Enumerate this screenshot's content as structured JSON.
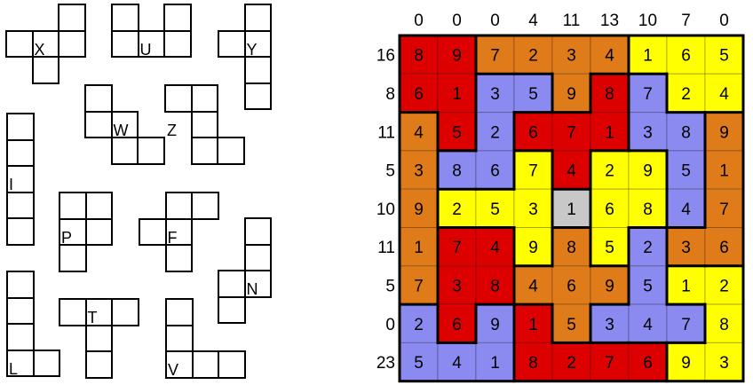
{
  "colors": {
    "red": "#dd0000",
    "orange": "#e07b1a",
    "blue": "#8a8af0",
    "yellow": "#ffff00",
    "gray": "#c8c8c8"
  },
  "pieces": [
    {
      "label": "X",
      "cells": [
        [
          2,
          0
        ],
        [
          0,
          1
        ],
        [
          1,
          1
        ],
        [
          2,
          1
        ],
        [
          1,
          2
        ]
      ]
    },
    {
      "label": "U",
      "cells": [
        [
          0,
          0
        ],
        [
          2,
          0
        ],
        [
          0,
          1
        ],
        [
          1,
          1
        ],
        [
          2,
          1
        ]
      ]
    },
    {
      "label": "Y",
      "cells": [
        [
          1,
          0
        ],
        [
          0,
          1
        ],
        [
          1,
          1
        ],
        [
          1,
          2
        ],
        [
          1,
          3
        ]
      ]
    },
    {
      "label": "W",
      "cells": [
        [
          0,
          0
        ],
        [
          0,
          1
        ],
        [
          1,
          1
        ],
        [
          1,
          2
        ],
        [
          2,
          2
        ]
      ]
    },
    {
      "label": "Z",
      "cells": [
        [
          0,
          0
        ],
        [
          1,
          0
        ],
        [
          1,
          1
        ],
        [
          1,
          2
        ],
        [
          2,
          2
        ]
      ]
    },
    {
      "label": "I",
      "cells": [
        [
          0,
          0
        ],
        [
          0,
          1
        ],
        [
          0,
          2
        ],
        [
          0,
          3
        ],
        [
          0,
          4
        ]
      ]
    },
    {
      "label": "P",
      "cells": [
        [
          0,
          0
        ],
        [
          1,
          0
        ],
        [
          0,
          1
        ],
        [
          1,
          1
        ],
        [
          0,
          2
        ]
      ]
    },
    {
      "label": "F",
      "cells": [
        [
          1,
          0
        ],
        [
          2,
          0
        ],
        [
          0,
          1
        ],
        [
          1,
          1
        ],
        [
          1,
          2
        ]
      ]
    },
    {
      "label": "N",
      "cells": [
        [
          1,
          0
        ],
        [
          1,
          1
        ],
        [
          0,
          2
        ],
        [
          1,
          2
        ],
        [
          0,
          3
        ]
      ]
    },
    {
      "label": "T",
      "cells": [
        [
          0,
          0
        ],
        [
          1,
          0
        ],
        [
          2,
          0
        ],
        [
          1,
          1
        ],
        [
          1,
          2
        ]
      ]
    },
    {
      "label": "L",
      "cells": [
        [
          0,
          0
        ],
        [
          0,
          1
        ],
        [
          0,
          2
        ],
        [
          0,
          3
        ],
        [
          1,
          3
        ]
      ]
    },
    {
      "label": "V",
      "cells": [
        [
          0,
          0
        ],
        [
          0,
          1
        ],
        [
          0,
          2
        ],
        [
          1,
          2
        ],
        [
          2,
          2
        ]
      ]
    }
  ],
  "grid": {
    "col_clues": [
      "0",
      "0",
      "0",
      "4",
      "11",
      "13",
      "10",
      "7",
      "0"
    ],
    "row_clues": [
      "16",
      "8",
      "11",
      "5",
      "10",
      "11",
      "5",
      "0",
      "23"
    ],
    "numbers": [
      [
        "8",
        "9",
        "7",
        "2",
        "3",
        "4",
        "1",
        "6",
        "5"
      ],
      [
        "6",
        "1",
        "3",
        "5",
        "9",
        "8",
        "7",
        "2",
        "4"
      ],
      [
        "4",
        "5",
        "2",
        "6",
        "7",
        "1",
        "3",
        "8",
        "9"
      ],
      [
        "3",
        "8",
        "6",
        "7",
        "4",
        "2",
        "9",
        "5",
        "1"
      ],
      [
        "9",
        "2",
        "5",
        "3",
        "1",
        "6",
        "8",
        "4",
        "7"
      ],
      [
        "1",
        "7",
        "4",
        "9",
        "8",
        "5",
        "2",
        "3",
        "6"
      ],
      [
        "7",
        "3",
        "8",
        "4",
        "6",
        "9",
        "5",
        "1",
        "2"
      ],
      [
        "2",
        "6",
        "9",
        "1",
        "5",
        "3",
        "4",
        "7",
        "8"
      ],
      [
        "5",
        "4",
        "1",
        "8",
        "2",
        "7",
        "6",
        "9",
        "3"
      ]
    ],
    "colors": [
      [
        "R",
        "R",
        "O",
        "O",
        "O",
        "O",
        "Y",
        "Y",
        "Y"
      ],
      [
        "R",
        "R",
        "B",
        "B",
        "O",
        "R",
        "B",
        "Y",
        "Y"
      ],
      [
        "O",
        "R",
        "B",
        "R",
        "R",
        "R",
        "B",
        "B",
        "O"
      ],
      [
        "O",
        "B",
        "B",
        "Y",
        "R",
        "Y",
        "Y",
        "B",
        "O"
      ],
      [
        "O",
        "Y",
        "Y",
        "Y",
        "G",
        "Y",
        "Y",
        "B",
        "O"
      ],
      [
        "O",
        "R",
        "R",
        "Y",
        "O",
        "Y",
        "B",
        "O",
        "O"
      ],
      [
        "O",
        "R",
        "R",
        "O",
        "O",
        "O",
        "B",
        "Y",
        "Y"
      ],
      [
        "B",
        "R",
        "B",
        "R",
        "O",
        "B",
        "B",
        "B",
        "Y"
      ],
      [
        "B",
        "B",
        "B",
        "R",
        "R",
        "R",
        "R",
        "Y",
        "Y"
      ]
    ]
  }
}
